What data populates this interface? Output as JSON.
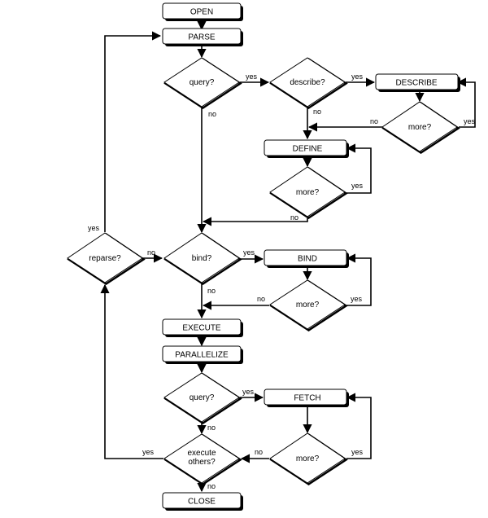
{
  "nodes": {
    "open": "OPEN",
    "parse": "PARSE",
    "query1": "query?",
    "describe_q": "describe?",
    "describe": "DESCRIBE",
    "more1": "more?",
    "define": "DEFINE",
    "more2": "more?",
    "reparse": "reparse?",
    "bind_q": "bind?",
    "bind": "BIND",
    "more3": "more?",
    "execute": "EXECUTE",
    "parallelize": "PARALLELIZE",
    "query2": "query?",
    "fetch": "FETCH",
    "more4": "more?",
    "execute_others_1": "execute",
    "execute_others_2": "others?",
    "close": "CLOSE"
  },
  "edge_labels": {
    "yes": "yes",
    "no": "no"
  }
}
